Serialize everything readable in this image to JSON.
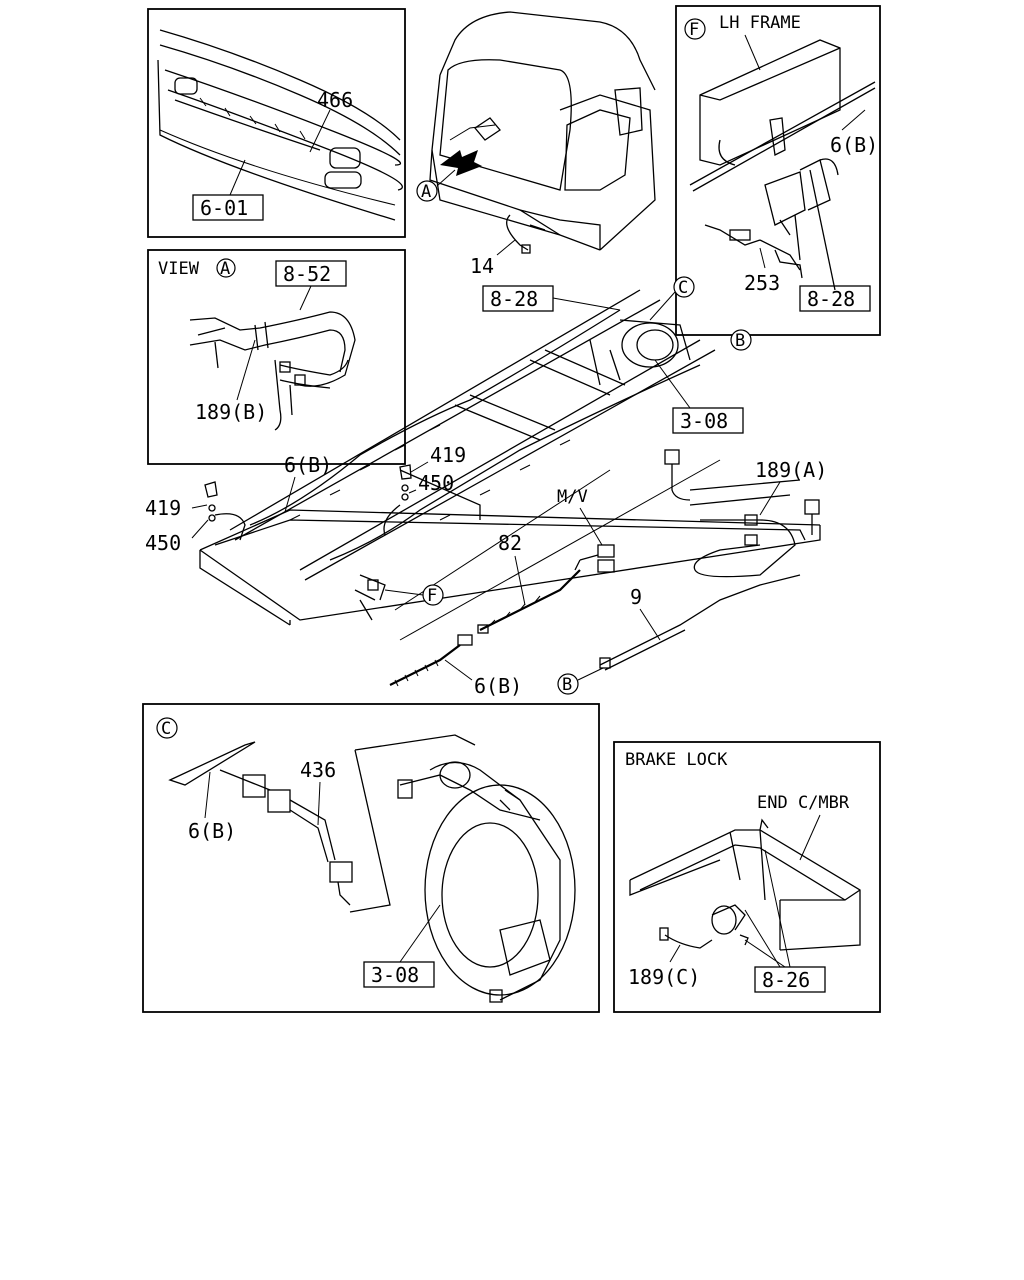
{
  "panels": {
    "front_bumper": {
      "part_number": "466",
      "ref_box": "6-01"
    },
    "view_a": {
      "title": "VIEW",
      "marker": "A",
      "ref_box": "8-52",
      "part_number": "189(B)"
    },
    "lh_frame": {
      "marker": "F",
      "title": "LH FRAME",
      "part_6b": "6(B)",
      "part_253": "253",
      "ref_box": "8-28"
    },
    "detail_c": {
      "marker": "C",
      "part_436": "436",
      "part_6b": "6(B)",
      "ref_box": "3-08"
    },
    "brake_lock": {
      "title": "BRAKE LOCK",
      "subtitle": "END C/MBR",
      "part_189c": "189(C)",
      "ref_box": "8-26"
    }
  },
  "main": {
    "cab_marker": "A",
    "part_14": "14",
    "ref_8_28": "8-28",
    "marker_c": "C",
    "marker_b_top": "B",
    "ref_3_08": "3-08",
    "part_6b_frame": "6(B)",
    "part_419_left": "419",
    "part_450_left": "450",
    "part_419_mid": "419",
    "part_450_mid": "450",
    "part_189a": "189(A)",
    "mv_label": "M/V",
    "part_82": "82",
    "marker_f": "F",
    "part_9": "9",
    "part_6b_bottom": "6(B)",
    "marker_b_bottom": "B"
  }
}
